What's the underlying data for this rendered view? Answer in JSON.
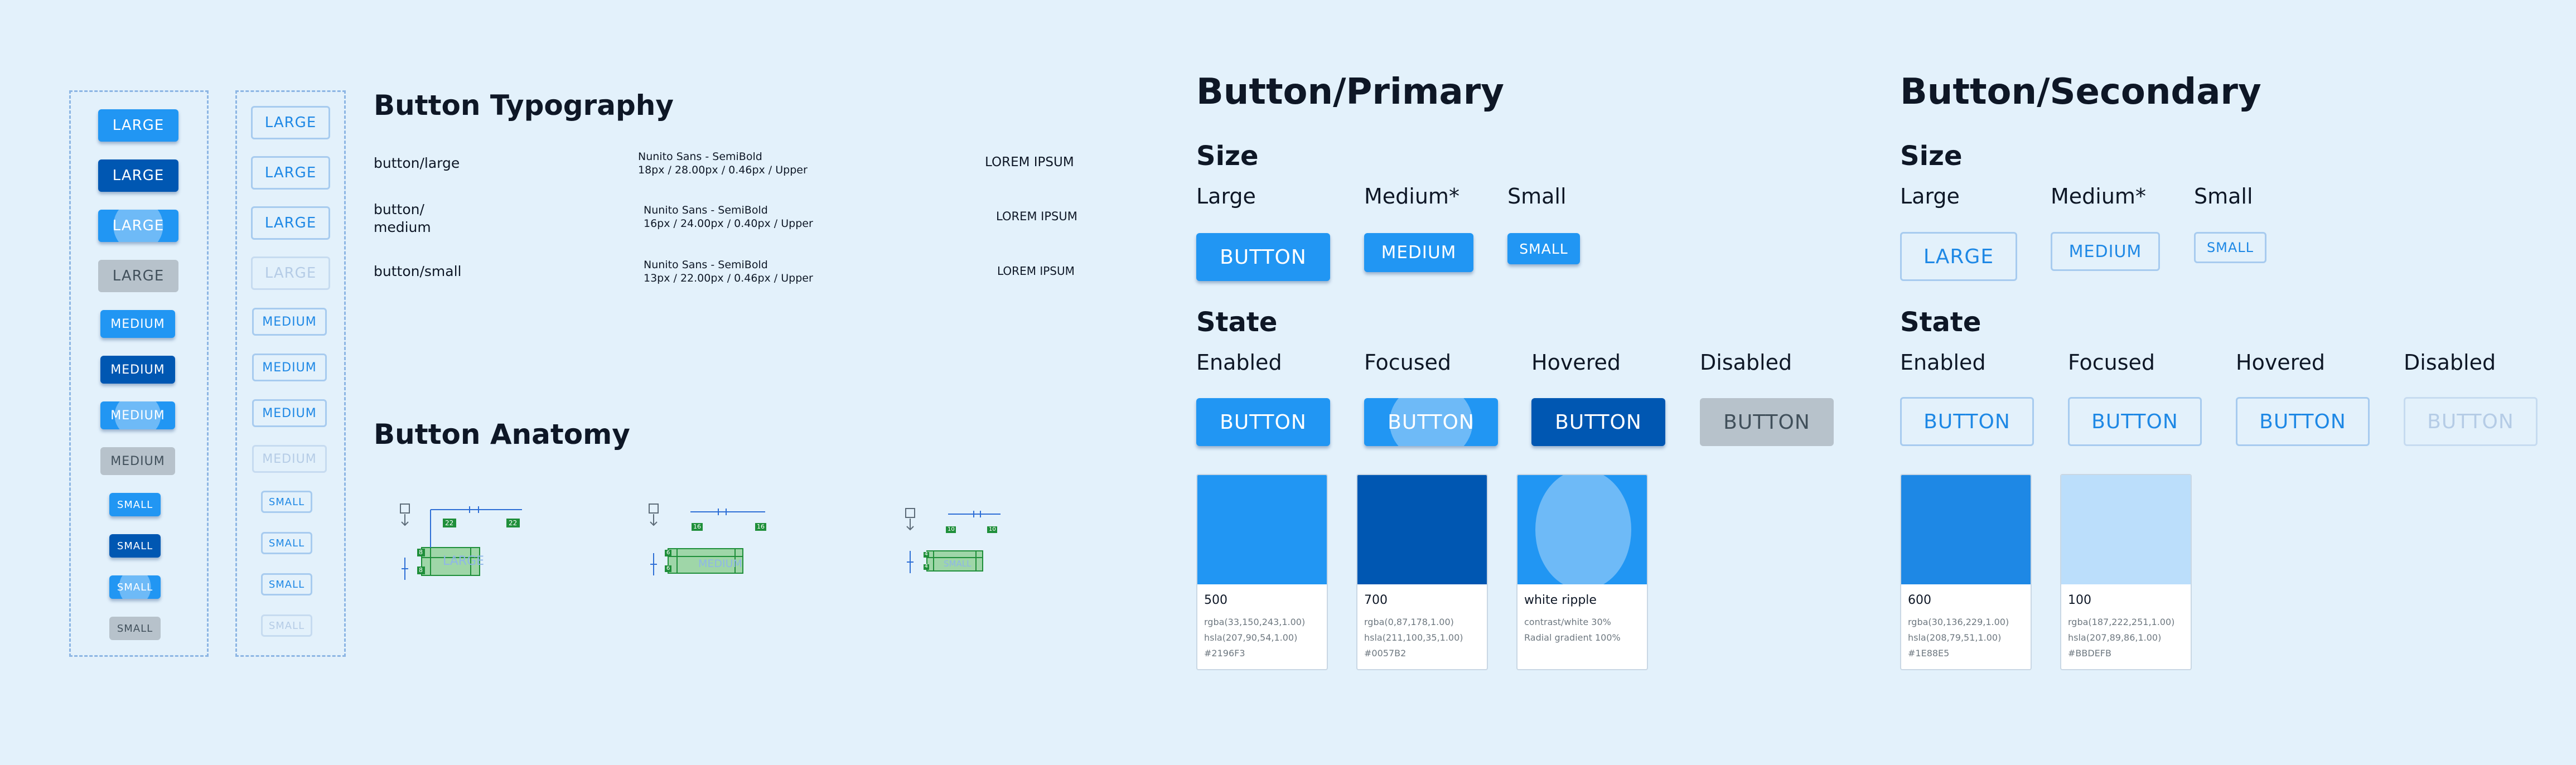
{
  "left_columns": {
    "primary": [
      {
        "label": "LARGE",
        "state": "enabled"
      },
      {
        "label": "LARGE",
        "state": "hovered"
      },
      {
        "label": "LARGE",
        "state": "focused"
      },
      {
        "label": "LARGE",
        "state": "disabled"
      },
      {
        "label": "MEDIUM",
        "state": "enabled"
      },
      {
        "label": "MEDIUM",
        "state": "hovered"
      },
      {
        "label": "MEDIUM",
        "state": "focused"
      },
      {
        "label": "MEDIUM",
        "state": "disabled"
      },
      {
        "label": "SMALL",
        "state": "enabled"
      },
      {
        "label": "SMALL",
        "state": "hovered"
      },
      {
        "label": "SMALL",
        "state": "focused"
      },
      {
        "label": "SMALL",
        "state": "disabled"
      }
    ],
    "secondary": [
      {
        "label": "LARGE",
        "state": "enabled"
      },
      {
        "label": "LARGE",
        "state": "enabled"
      },
      {
        "label": "LARGE",
        "state": "enabled"
      },
      {
        "label": "LARGE",
        "state": "disabled"
      },
      {
        "label": "MEDIUM",
        "state": "enabled"
      },
      {
        "label": "MEDIUM",
        "state": "enabled"
      },
      {
        "label": "MEDIUM",
        "state": "enabled"
      },
      {
        "label": "MEDIUM",
        "state": "disabled"
      },
      {
        "label": "SMALL",
        "state": "enabled"
      },
      {
        "label": "SMALL",
        "state": "enabled"
      },
      {
        "label": "SMALL",
        "state": "enabled"
      },
      {
        "label": "SMALL",
        "state": "disabled"
      }
    ]
  },
  "typography": {
    "title": "Button Typography",
    "rows": [
      {
        "name": "button/large",
        "spec1": "Nunito Sans - SemiBold",
        "spec2": "18px / 28.00px / 0.46px / Upper",
        "sample": "LOREM IPSUM"
      },
      {
        "name": "button/ medium",
        "spec1": "Nunito Sans - SemiBold",
        "spec2": "16px / 24.00px / 0.40px / Upper",
        "sample": "LOREM IPSUM"
      },
      {
        "name": "button/small",
        "spec1": "Nunito Sans - SemiBold",
        "spec2": "13px / 22.00px / 0.46px / Upper",
        "sample": "LOREM IPSUM"
      }
    ]
  },
  "anatomy": {
    "title": "Button Anatomy",
    "items": [
      {
        "label": "LARGE",
        "pad": "22",
        "v1": "8",
        "v2": "8"
      },
      {
        "label": "MEDIUM",
        "pad": "16",
        "v1": "6",
        "v2": "6"
      },
      {
        "label": "SMALL",
        "pad": "10",
        "v1": "4",
        "v2": "4"
      }
    ]
  },
  "primary": {
    "title": "Button/Primary",
    "size_heading": "Size",
    "sizes": [
      {
        "label": "Large",
        "button": "BUTTON"
      },
      {
        "label": "Medium*",
        "button": "MEDIUM"
      },
      {
        "label": "Small",
        "button": "SMALL"
      }
    ],
    "state_heading": "State",
    "states": [
      {
        "label": "Enabled",
        "button": "BUTTON"
      },
      {
        "label": "Focused",
        "button": "BUTTON"
      },
      {
        "label": "Hovered",
        "button": "BUTTON"
      },
      {
        "label": "Disabled",
        "button": "BUTTON"
      }
    ],
    "swatches": [
      {
        "name": "500",
        "line1": "rgba(33,150,243,1.00)",
        "line2": "hsla(207,90,54,1.00)",
        "line3": "#2196F3",
        "color": "#2196F3"
      },
      {
        "name": "700",
        "line1": "rgba(0,87,178,1.00)",
        "line2": "hsla(211,100,35,1.00)",
        "line3": "#0057B2",
        "color": "#0057B2"
      },
      {
        "name": "white ripple",
        "line1": "contrast/white 30%",
        "line2": "Radial gradient 100%",
        "line3": "",
        "color": "#2196F3"
      }
    ]
  },
  "secondary": {
    "title": "Button/Secondary",
    "size_heading": "Size",
    "sizes": [
      {
        "label": "Large",
        "button": "LARGE"
      },
      {
        "label": "Medium*",
        "button": "MEDIUM"
      },
      {
        "label": "Small",
        "button": "SMALL"
      }
    ],
    "state_heading": "State",
    "states": [
      {
        "label": "Enabled",
        "button": "BUTTON"
      },
      {
        "label": "Focused",
        "button": "BUTTON"
      },
      {
        "label": "Hovered",
        "button": "BUTTON"
      },
      {
        "label": "Disabled",
        "button": "BUTTON"
      }
    ],
    "swatches": [
      {
        "name": "600",
        "line1": "rgba(30,136,229,1.00)",
        "line2": "hsla(208,79,51,1.00)",
        "line3": "#1E88E5",
        "color": "#1E88E5"
      },
      {
        "name": "100",
        "line1": "rgba(187,222,251,1.00)",
        "line2": "hsla(207,89,86,1.00)",
        "line3": "#BBDEFB",
        "color": "#BBDEFB"
      }
    ]
  }
}
